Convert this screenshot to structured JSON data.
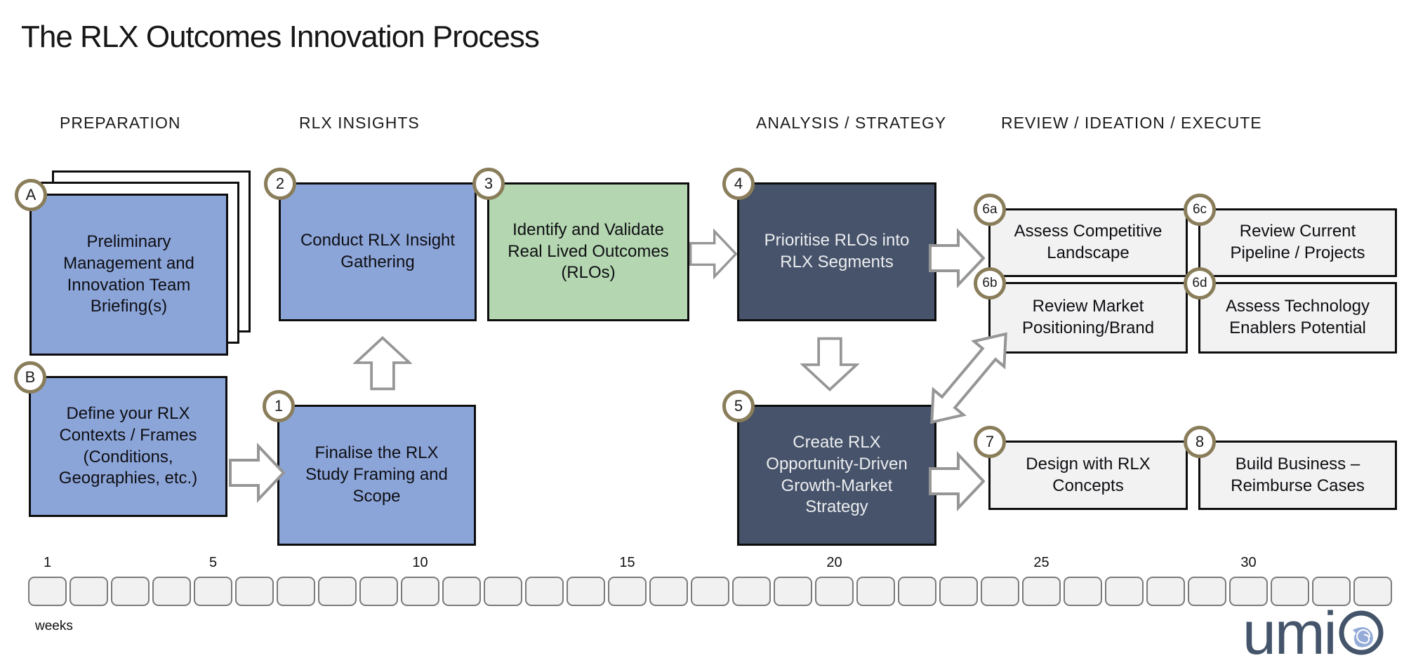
{
  "title": "The RLX Outcomes Innovation Process",
  "phase_headers": {
    "preparation": "PREPARATION",
    "insights": "RLX INSIGHTS",
    "analysis": "ANALYSIS / STRATEGY",
    "review": "REVIEW / IDEATION / EXECUTE"
  },
  "boxes": {
    "a": {
      "badge": "A",
      "label": "Preliminary\nManagement and\nInnovation Team\nBriefing(s)"
    },
    "b": {
      "badge": "B",
      "label": "Define your RLX\nContexts / Frames\n(Conditions,\nGeographies, etc.)"
    },
    "1": {
      "badge": "1",
      "label": "Finalise the RLX\nStudy Framing and\nScope"
    },
    "2": {
      "badge": "2",
      "label": "Conduct RLX Insight\nGathering"
    },
    "3": {
      "badge": "3",
      "label": "Identify and Validate\nReal Lived Outcomes\n(RLOs)"
    },
    "4": {
      "badge": "4",
      "label": "Prioritise RLOs into\nRLX Segments"
    },
    "5": {
      "badge": "5",
      "label": "Create RLX\nOpportunity-Driven\nGrowth-Market\nStrategy"
    },
    "6a": {
      "badge": "6a",
      "label": "Assess Competitive\nLandscape"
    },
    "6b": {
      "badge": "6b",
      "label": "Review Market\nPositioning/Brand"
    },
    "6c": {
      "badge": "6c",
      "label": "Review Current\nPipeline / Projects"
    },
    "6d": {
      "badge": "6d",
      "label": "Assess Technology\nEnablers Potential"
    },
    "7": {
      "badge": "7",
      "label": "Design with RLX\nConcepts"
    },
    "8": {
      "badge": "8",
      "label": "Build Business –\nReimburse Cases"
    }
  },
  "timeline": {
    "cell_count": 33,
    "week_labels": [
      1,
      5,
      10,
      15,
      20,
      25,
      30
    ],
    "unit_label": "weeks"
  },
  "logo": {
    "brand": "umio",
    "prefix": "umi",
    "icon": "nautilus-shell"
  },
  "colors": {
    "box_blue": "#8CA5D9",
    "box_green": "#B4D6B0",
    "box_navy": "#46536A",
    "box_light_gray": "#F2F2F2",
    "badge_border": "#8A7D5A",
    "arrow_stroke": "#969696",
    "logo_navy": "#44546A",
    "logo_shell_blue": "#94ABD8"
  }
}
